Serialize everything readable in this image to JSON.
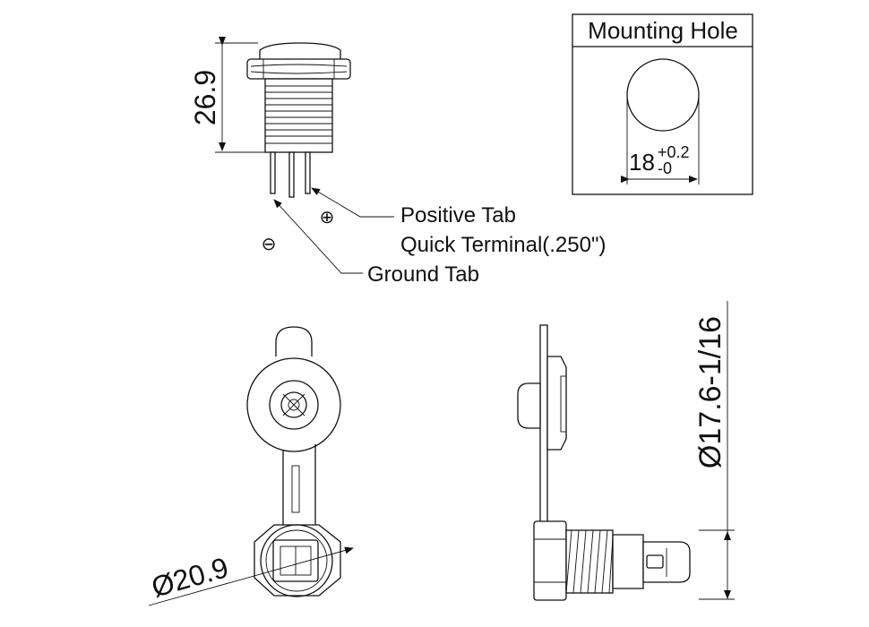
{
  "top_view": {
    "height_dim": "26.9",
    "labels": {
      "positive_tab": "Positive Tab",
      "quick_terminal": "Quick Terminal(.250\")",
      "ground_tab": "Ground Tab"
    },
    "symbols": {
      "positive": "⊕",
      "negative": "⊖"
    }
  },
  "mounting_hole": {
    "title": "Mounting Hole",
    "dim_base": "18",
    "dim_upper_tol": "+0.2",
    "dim_lower_tol": "-0"
  },
  "front_view": {
    "outer_dim": "Ø20.9"
  },
  "side_view": {
    "diameter_dim": "Ø17.6-1/16"
  }
}
